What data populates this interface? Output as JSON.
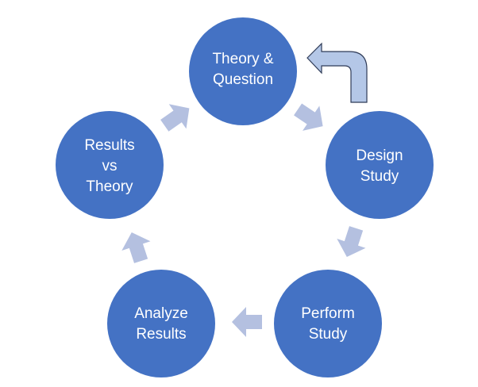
{
  "colors": {
    "node": "#4472C4",
    "flow_arrow": "#B4C0E0",
    "return_arrow": "#B4C7E7"
  },
  "nodes": [
    {
      "id": "theory-question",
      "lines": [
        "Theory &",
        "Question"
      ]
    },
    {
      "id": "design-study",
      "lines": [
        "Design",
        "Study"
      ]
    },
    {
      "id": "perform-study",
      "lines": [
        "Perform",
        "Study"
      ]
    },
    {
      "id": "analyze-results",
      "lines": [
        "Analyze",
        "Results"
      ]
    },
    {
      "id": "results-vs-theory",
      "lines": [
        "Results",
        "vs",
        "Theory"
      ]
    }
  ]
}
